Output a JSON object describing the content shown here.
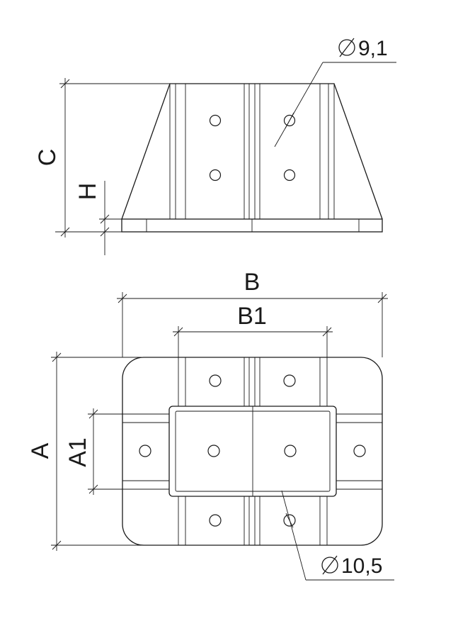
{
  "labels": {
    "A": "A",
    "A1": "A1",
    "B": "B",
    "B1": "B1",
    "C": "C",
    "H": "H"
  },
  "callouts": {
    "hole_top": "9,1",
    "hole_bottom": "10,5",
    "diameter_symbol": "diameter-symbol"
  },
  "colors": {
    "line": "#1a1a1a",
    "background": "#ffffff"
  }
}
